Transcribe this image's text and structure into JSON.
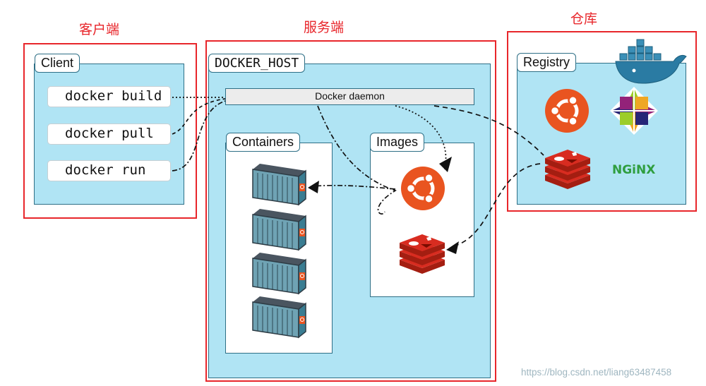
{
  "sections": {
    "client_title": "客户端",
    "server_title": "服务端",
    "registry_title": "仓库"
  },
  "client": {
    "tab_label": "Client",
    "commands": [
      "docker build",
      "docker pull",
      "docker run"
    ]
  },
  "host": {
    "tab_label": "DOCKER_HOST",
    "daemon_label": "Docker daemon",
    "containers_label": "Containers",
    "images_label": "Images"
  },
  "registry": {
    "tab_label": "Registry",
    "nginx_logo_text": "NGiNX"
  },
  "watermark": "https://blog.csdn.net/liang63487458",
  "colors": {
    "frame_red": "#e8262b",
    "panel_blue": "#b0e4f4",
    "ubuntu_orange": "#e95420",
    "redis_red": "#d82c20",
    "nginx_green": "#2f9e3f",
    "docker_blue": "#3a8fb7"
  },
  "icons": [
    "container-icon",
    "ubuntu-logo-icon",
    "redis-logo-icon",
    "centos-logo-icon",
    "nginx-logo-icon",
    "docker-whale-icon"
  ]
}
